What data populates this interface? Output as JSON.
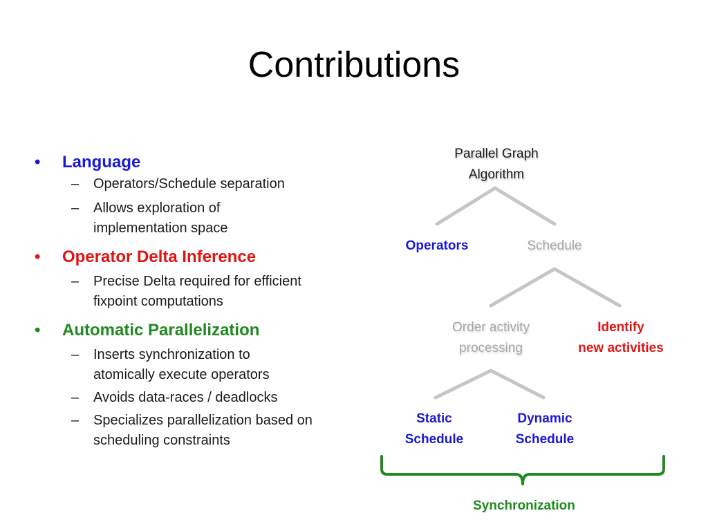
{
  "title": "Contributions",
  "colors": {
    "blue": "#1919d2",
    "red": "#e01414",
    "green": "#1f8a1f",
    "connector_gray": "#bfbfbf",
    "faded_text": "#a6a6a6"
  },
  "bullets": [
    {
      "label": "Language",
      "color": "#1919d2",
      "subs": [
        "Operators/Schedule separation",
        "Allows exploration of",
        "implementation space"
      ]
    },
    {
      "label": "Operator Delta Inference",
      "color": "#e01414",
      "subs": [
        "Precise Delta required for efficient",
        "fixpoint computations"
      ]
    },
    {
      "label": "Automatic Parallelization",
      "color": "#1f8a1f",
      "subs": [
        "Inserts synchronization to",
        "atomically execute operators",
        "Avoids data-races / deadlocks",
        "Specializes parallelization based on",
        "scheduling constraints"
      ]
    }
  ],
  "bullet_glyph": "•",
  "dash_glyph": "–",
  "diagram": {
    "root": [
      "Parallel Graph",
      "Algorithm"
    ],
    "operators": "Operators",
    "schedule": "Schedule",
    "order_activity": [
      "Order activity",
      "processing"
    ],
    "identify": [
      "Identify",
      "new activities"
    ],
    "static_schedule": [
      "Static",
      "Schedule"
    ],
    "dynamic_schedule": [
      "Dynamic",
      "Schedule"
    ],
    "synchronization": "Synchronization"
  }
}
